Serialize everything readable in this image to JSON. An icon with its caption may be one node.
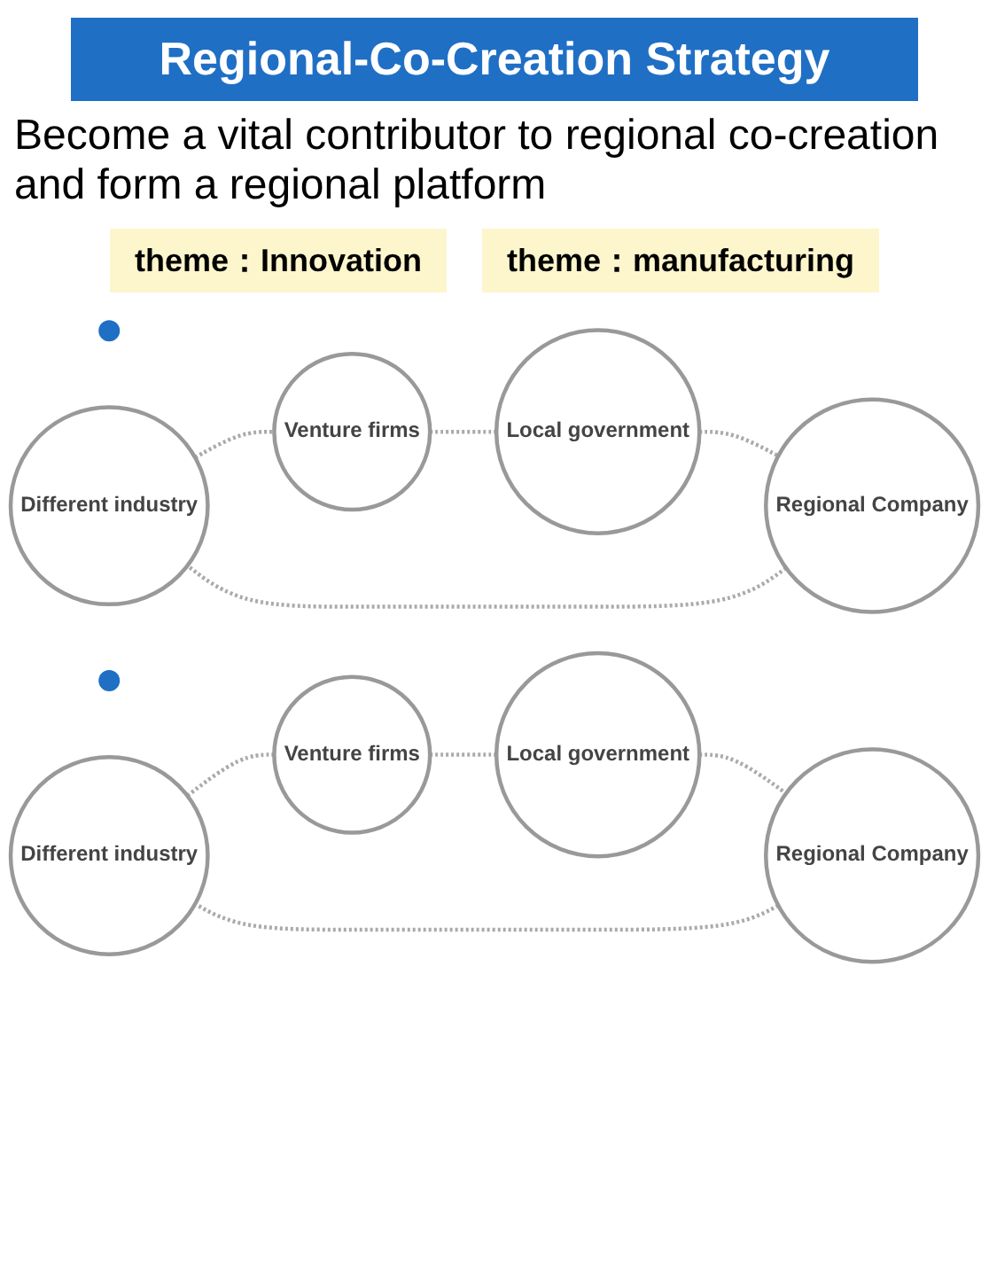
{
  "diagram": {
    "title": "Regional-Co-Creation Strategy",
    "nodes": [
      {
        "text": [],
        "shape": "circle"
      },
      {
        "text": [
          "Different industry"
        ]
      },
      {
        "text": [
          "Venture firms"
        ]
      },
      {
        "text": [
          "Regional Company"
        ]
      },
      {
        "text": [
          "Local government"
        ]
      },
      {
        "text": [],
        "shape": "circle"
      },
      {
        "text": [
          "Different industry"
        ]
      },
      {
        "text": [
          "Venture firms"
        ]
      },
      {
        "text": [
          "Regional Company"
        ]
      },
      {
        "text": [
          "Local government"
        ]
      }
    ],
    "edges": [
      {
        "from": 1,
        "to": 2,
        "arrow": "none",
        "style": "dashed"
      },
      {
        "from": 2,
        "to": 4,
        "arrow": "none",
        "style": "dashed"
      },
      {
        "from": 4,
        "to": 3,
        "arrow": "none",
        "style": "dashed"
      },
      {
        "from": 3,
        "to": 1,
        "arrow": "none",
        "style": "dashed"
      },
      {
        "from": 6,
        "to": 7,
        "arrow": "none",
        "style": "dashed"
      },
      {
        "from": 7,
        "to": 9,
        "arrow": "none",
        "style": "dashed"
      },
      {
        "from": 9,
        "to": 8,
        "arrow": "none",
        "style": "dashed"
      },
      {
        "from": 8,
        "to": 6,
        "arrow": "none",
        "style": "dashed"
      }
    ],
    "labels": [
      "Become a vital contributor to regional co-creation and form a regional platform",
      "theme：Innovation",
      "theme：manufacturing"
    ]
  }
}
